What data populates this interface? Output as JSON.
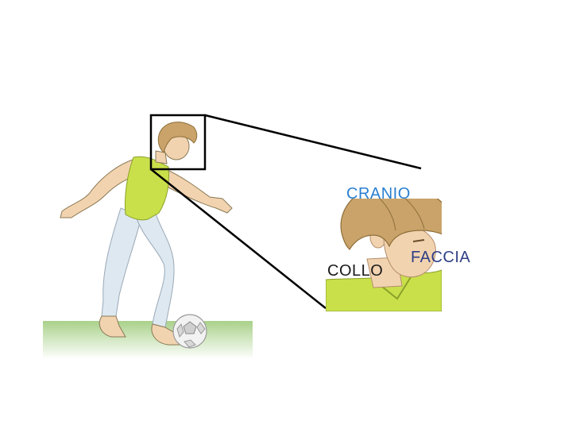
{
  "labels": {
    "cranio": "CRANIO",
    "faccia": "FACCIA",
    "collo": "COLLO"
  },
  "colors": {
    "cranio_label": "#2a7fd0",
    "faccia_label": "#2f3f86",
    "collo_label": "#1a1a1a",
    "shirt": "#c9e04a",
    "hair": "#c9a36a",
    "skin": "#f2d3b0",
    "trousers": "#dce8f2",
    "grass": "#a8d088"
  },
  "icons": [
    "soccer-ball-icon"
  ]
}
